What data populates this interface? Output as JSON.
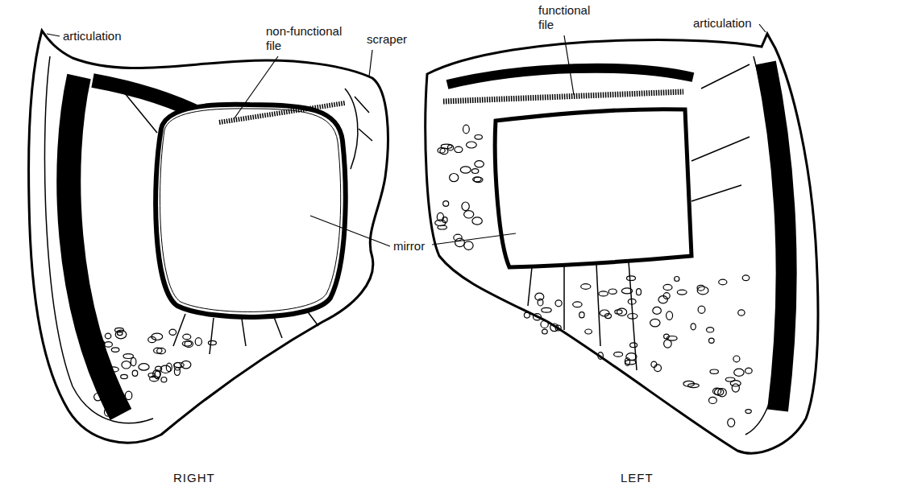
{
  "diagram": {
    "labels": [
      "articulation",
      "non-functional file",
      "scraper",
      "functional file",
      "articulation",
      "mirror",
      "RIGHT",
      "LEFT"
    ]
  }
}
